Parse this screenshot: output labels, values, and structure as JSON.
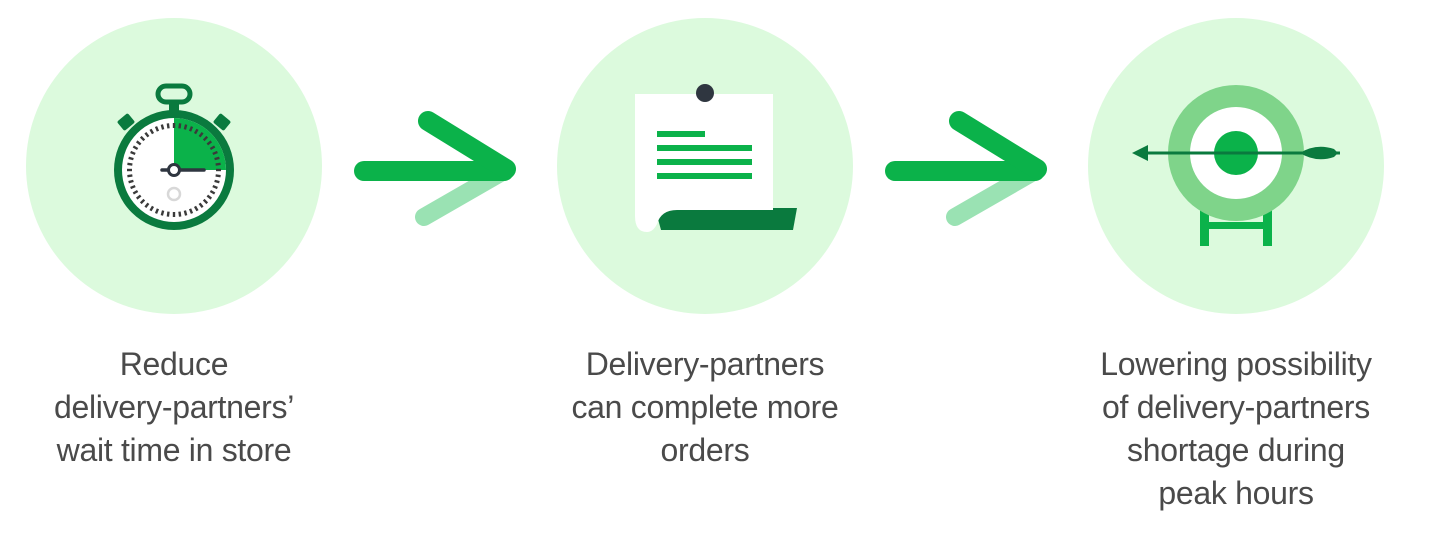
{
  "colors": {
    "circle_bg": "#dcfadd",
    "primary_green": "#0bb24a",
    "dark_green": "#0a7a3e",
    "light_green": "#9ae2b3",
    "target_ring": "#7fd48a",
    "text": "#4a4a4a"
  },
  "steps": [
    {
      "icon": "stopwatch-icon",
      "caption_lines": [
        "Reduce",
        "delivery-partners’",
        "wait time in store"
      ]
    },
    {
      "icon": "document-icon",
      "caption_lines": [
        "Delivery-partners",
        "can complete more",
        "orders"
      ]
    },
    {
      "icon": "target-icon",
      "caption_lines": [
        "Lowering possibility",
        "of delivery-partners",
        "shortage during",
        "peak hours"
      ]
    }
  ],
  "connectors": [
    "arrow-right-icon",
    "arrow-right-icon"
  ]
}
